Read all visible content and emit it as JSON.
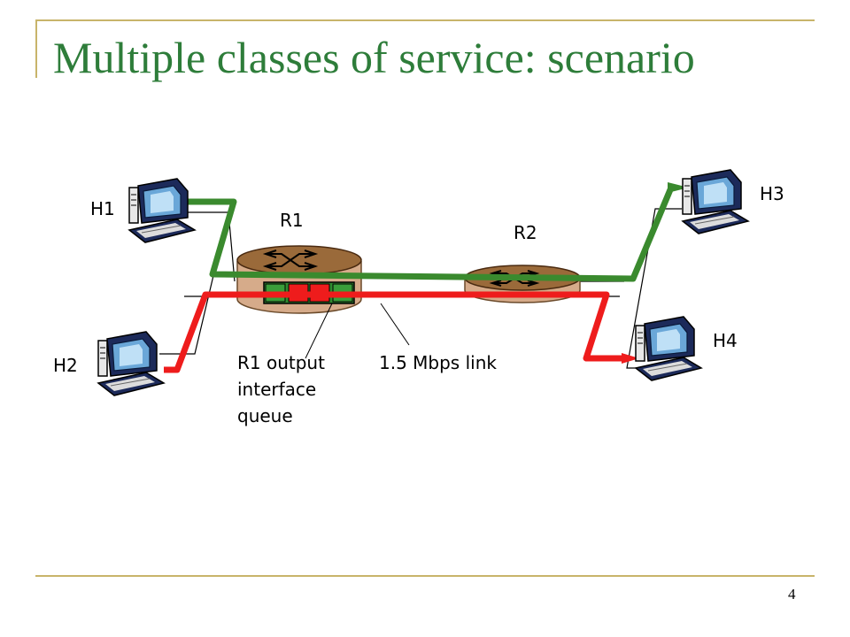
{
  "slide": {
    "title": "Multiple classes of service: scenario",
    "page_number": "4"
  },
  "diagram": {
    "hosts": {
      "h1": "H1",
      "h2": "H2",
      "h3": "H3",
      "h4": "H4"
    },
    "routers": {
      "r1": "R1",
      "r2": "R2"
    },
    "annotations": {
      "queue_line1": "R1 output",
      "queue_line2": "interface",
      "queue_line3": "queue",
      "link": "1.5 Mbps link"
    },
    "colors": {
      "title": "#2e7d3a",
      "flow_green": "#3a8a2e",
      "flow_red": "#ee1c1c",
      "router_top": "#9a6a3a",
      "router_body": "#d6ab8a",
      "frame": "#c8b46a"
    }
  }
}
